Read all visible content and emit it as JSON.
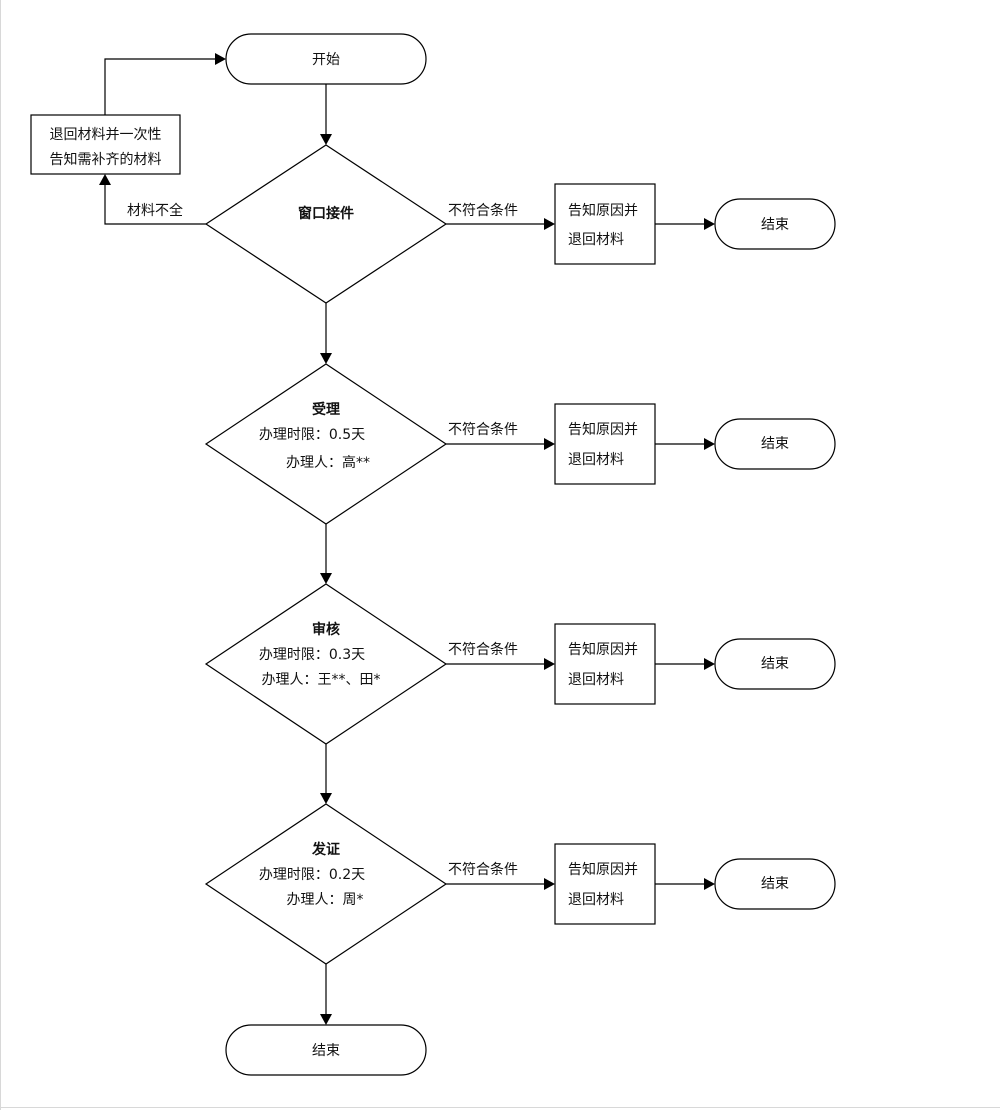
{
  "flow": {
    "start": "开始",
    "window": {
      "title": "窗口接件",
      "incomplete_label": "材料不全",
      "return_box": [
        "退回材料并一次性",
        "告知需补齐的材料"
      ]
    },
    "steps": [
      {
        "title": "受理",
        "time": "办理时限：0.5天",
        "person": "办理人：高**"
      },
      {
        "title": "审核",
        "time": "办理时限：0.3天",
        "person": "办理人：王**、田*"
      },
      {
        "title": "发证",
        "time": "办理时限：0.2天",
        "person": "办理人：周*"
      }
    ],
    "reject_label": "不符合条件",
    "reject_box": [
      "告知原因并",
      "退回材料"
    ],
    "end": "结束"
  }
}
